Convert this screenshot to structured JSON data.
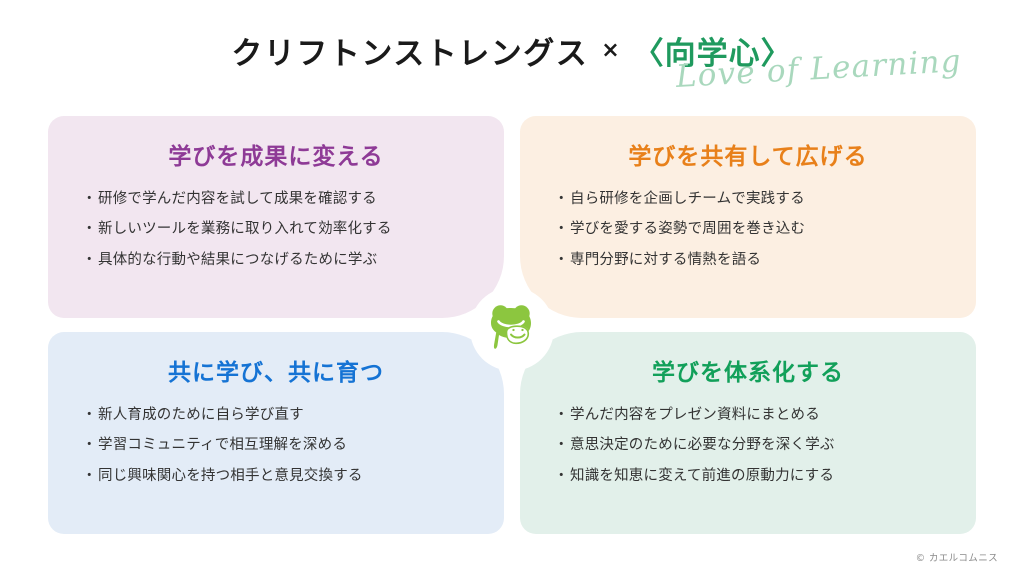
{
  "header": {
    "title_main": "クリフトンストレングス",
    "title_separator": "×",
    "title_jp": "〈向学心〉",
    "title_script": "Love of Learning"
  },
  "center": {
    "logo_icon": "frog-mascot-icon",
    "logo_color": "#8cc63f"
  },
  "quadrants": [
    {
      "id": "turn-learning-into-results",
      "title": "学びを成果に変える",
      "accent": "#8e3a96",
      "background": "#f2e6f0",
      "bullets": [
        "研修で学んだ内容を試して成果を確認する",
        "新しいツールを業務に取り入れて効率化する",
        "具体的な行動や結果につなげるために学ぶ"
      ]
    },
    {
      "id": "share-and-spread-learning",
      "title": "学びを共有して広げる",
      "accent": "#e8801a",
      "background": "#fcefe2",
      "bullets": [
        "自ら研修を企画しチームで実践する",
        "学びを愛する姿勢で周囲を巻き込む",
        "専門分野に対する情熱を語る"
      ]
    },
    {
      "id": "learn-and-grow-together",
      "title": "共に学び、共に育つ",
      "accent": "#1573d4",
      "background": "#e3ecf7",
      "bullets": [
        "新人育成のために自ら学び直す",
        "学習コミュニティで相互理解を深める",
        "同じ興味関心を持つ相手と意見交換する"
      ]
    },
    {
      "id": "systematize-learning",
      "title": "学びを体系化する",
      "accent": "#12a05a",
      "background": "#e2f0ea",
      "bullets": [
        "学んだ内容をプレゼン資料にまとめる",
        "意思決定のために必要な分野を深く学ぶ",
        "知識を知恵に変えて前進の原動力にする"
      ]
    }
  ],
  "footer": {
    "copyright": "© カエルコムニス"
  }
}
